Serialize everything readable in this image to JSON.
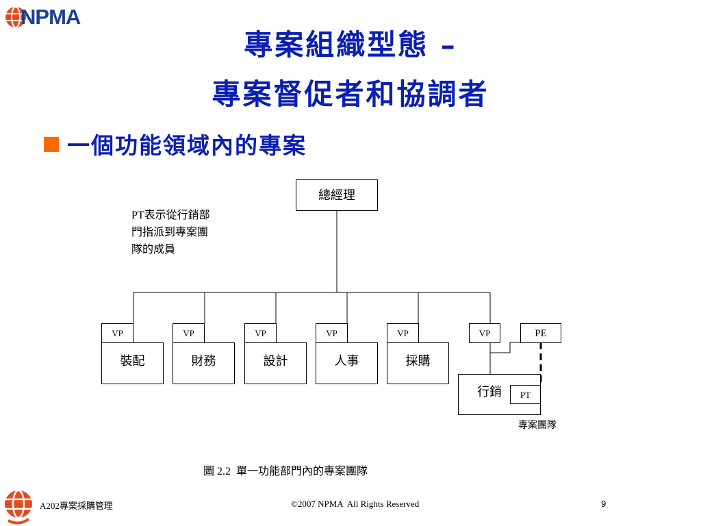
{
  "header": {
    "logo_text": "NPMA",
    "title_line1": "專案組織型態 –",
    "title_line2": "專案督促者和協調者"
  },
  "bullet": {
    "text": "一個功能領域內的專案"
  },
  "diagram": {
    "top_box": "總經理",
    "note_lines": [
      "PT表示從行銷部",
      "門指派到專案團",
      "隊的成員"
    ],
    "vp_label": "VP",
    "departments": [
      "裝配",
      "財務",
      "設計",
      "人事",
      "採購"
    ],
    "marketing": "行銷",
    "pe_label": "PE",
    "pt_label": "PT",
    "team_label": "專案團隊",
    "caption": "圖 2.2  單一功能部門內的專案團隊"
  },
  "footer": {
    "course": "A202專案採購管理",
    "copyright": "©2007 NPMA  All Rights Reserved",
    "page": "9"
  },
  "colors": {
    "title": "#0a1fb5",
    "bullet": "#ff6a00",
    "logo_blue": "#1b3f8f",
    "logo_orange": "#e14b1e"
  }
}
